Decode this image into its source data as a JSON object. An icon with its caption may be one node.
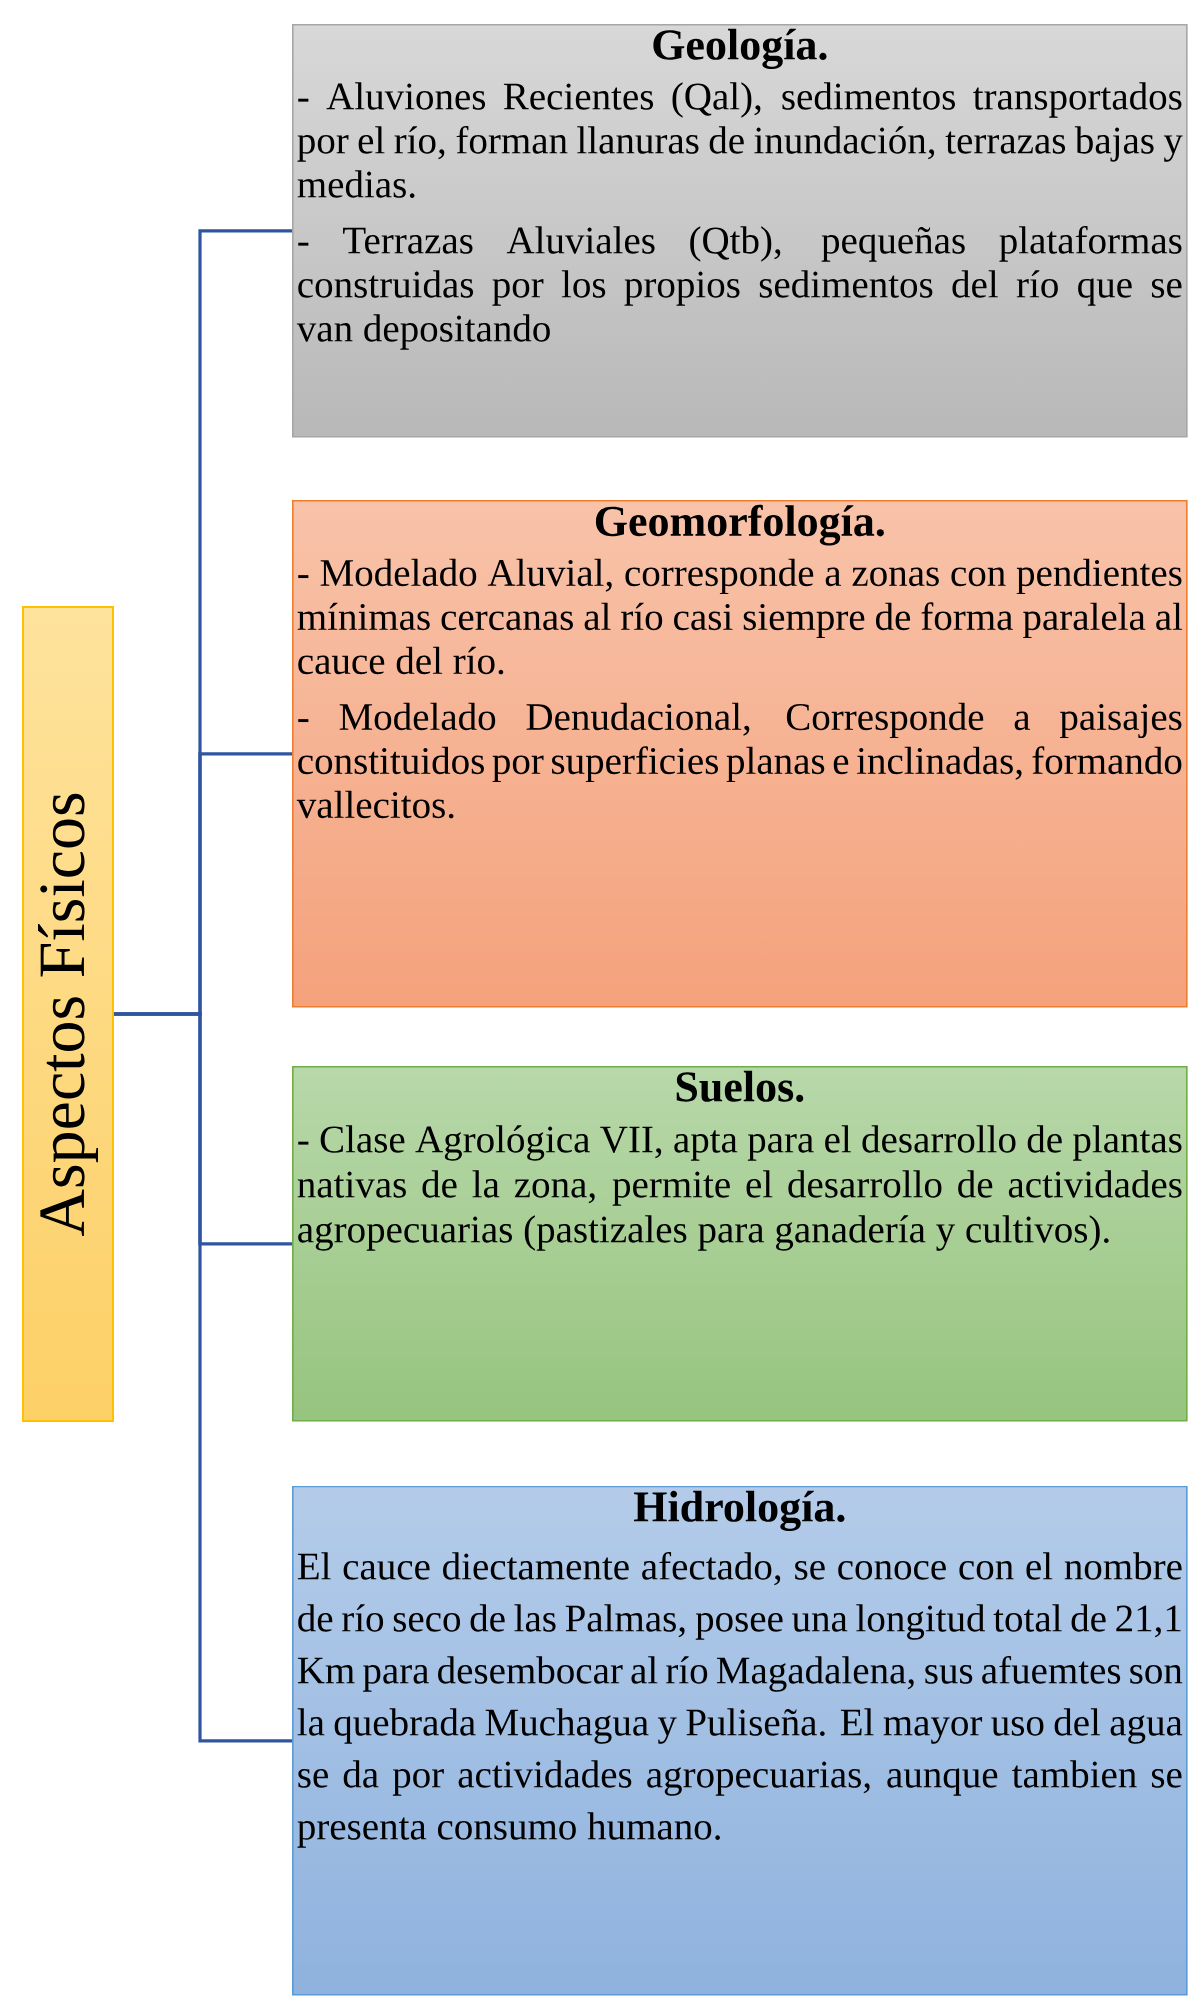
{
  "diagram": {
    "nodes": [
      {
        "text": [
          "Aspectos Físicos"
        ]
      },
      {
        "text": [
          "Geología.",
          "- Aluviones Recientes (Qal),  sedimentos transportados por el río, forman llanuras de inundación, terrazas bajas y medias.",
          "- Terrazas Aluviales (Qtb), pequeñas plataformas construidas por los propios sedimentos del río que se van depositando"
        ]
      },
      {
        "text": [
          "Geomorfología.",
          "- Modelado Aluvial, corresponde a zonas con pendientes mínimas cercanas al río casi siempre de forma paralela al cauce del río.",
          "- Modelado Denudacional, Corresponde a paisajes constituidos por superficies planas e inclinadas, formando vallecitos."
        ]
      },
      {
        "text": [
          "Suelos.",
          "- Clase Agrológica VII, apta para el desarrollo de plantas nativas de la zona, permite el desarrollo de actividades agropecuarias (pastizales para ganadería y cultivos)."
        ]
      },
      {
        "text": [
          "Hidrología.",
          "El cauce diectamente afectado, se conoce con el nombre de río seco de las Palmas, posee una longitud total de 21,1 Km para desembocar al río Magadalena, sus afuemtes son la quebrada Muchagua y Puliseña. El mayor uso del agua se da por actividades agropecuarias, aunque tambien se presenta consumo humano."
        ]
      }
    ],
    "edges": [
      {
        "from": 0,
        "to": 1,
        "arrow": "none"
      },
      {
        "from": 0,
        "to": 2,
        "arrow": "none"
      },
      {
        "from": 0,
        "to": 3,
        "arrow": "none"
      },
      {
        "from": 0,
        "to": 4,
        "arrow": "none"
      }
    ]
  }
}
